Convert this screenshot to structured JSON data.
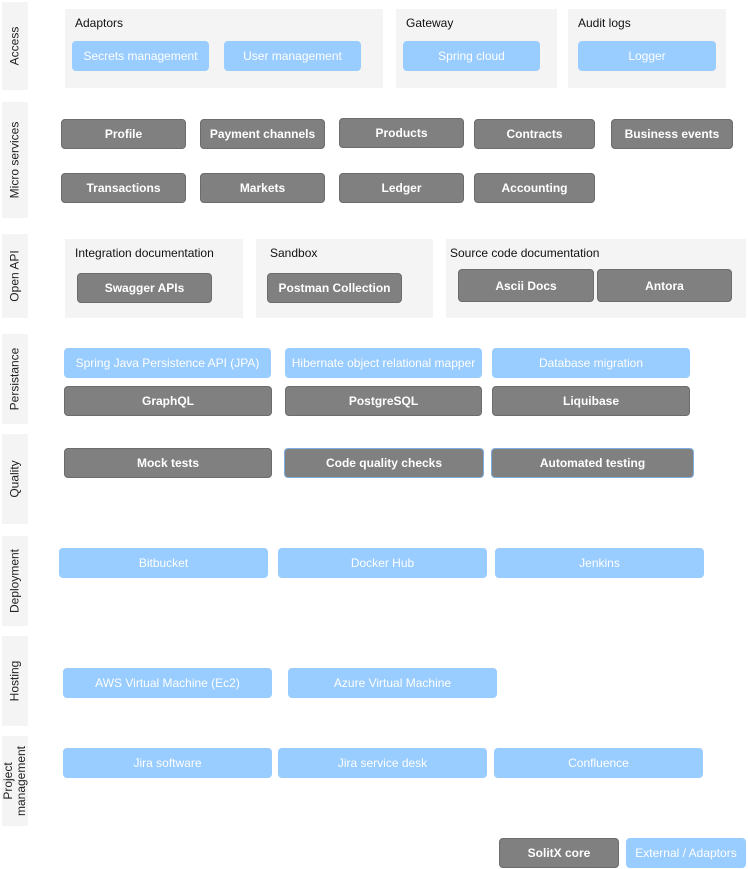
{
  "layers": [
    {
      "id": "access",
      "label": "Access"
    },
    {
      "id": "micro",
      "label": "Micro services"
    },
    {
      "id": "openapi",
      "label": "Open API"
    },
    {
      "id": "persistance",
      "label": "Persistance"
    },
    {
      "id": "quality",
      "label": "Quality"
    },
    {
      "id": "deployment",
      "label": "Deployment"
    },
    {
      "id": "hosting",
      "label": "Hosting"
    },
    {
      "id": "pm",
      "label_line1": "Project",
      "label_line2": "management"
    }
  ],
  "access": {
    "adaptors": {
      "title": "Adaptors",
      "items": [
        "Secrets management",
        "User management"
      ]
    },
    "gateway": {
      "title": "Gateway",
      "items": [
        "Spring cloud"
      ]
    },
    "audit": {
      "title": "Audit logs",
      "items": [
        "Logger"
      ]
    }
  },
  "micro": {
    "row1": [
      "Profile",
      "Payment channels",
      "Products",
      "Contracts",
      "Business events"
    ],
    "row2": [
      "Transactions",
      "Markets",
      "Ledger",
      "Accounting"
    ]
  },
  "openapi": {
    "integration": {
      "title": "Integration documentation",
      "items": [
        "Swagger APIs"
      ]
    },
    "sandbox": {
      "title": "Sandbox",
      "items": [
        "Postman Collection"
      ]
    },
    "source": {
      "title": "Source code documentation",
      "items": [
        "Ascii Docs",
        "Antora"
      ]
    }
  },
  "persistance": {
    "ext": [
      "Spring Java Persistence API (JPA)",
      "Hibernate object relational mapper",
      "Database migration"
    ],
    "core": [
      "GraphQL",
      "PostgreSQL",
      "Liquibase"
    ]
  },
  "quality": {
    "items": [
      "Mock tests",
      "Code quality checks",
      "Automated testing"
    ]
  },
  "deployment": {
    "items": [
      "Bitbucket",
      "Docker Hub",
      "Jenkins"
    ]
  },
  "hosting": {
    "items": [
      "AWS Virtual Machine (Ec2)",
      "Azure Virtual Machine"
    ]
  },
  "pm": {
    "items": [
      "Jira software",
      "Jira service desk",
      "Confluence"
    ]
  },
  "legend": {
    "core": "SolitX core",
    "ext": "External / Adaptors"
  },
  "colors": {
    "core": "#808080",
    "external": "#99ccff",
    "panel": "#f4f4f4"
  }
}
